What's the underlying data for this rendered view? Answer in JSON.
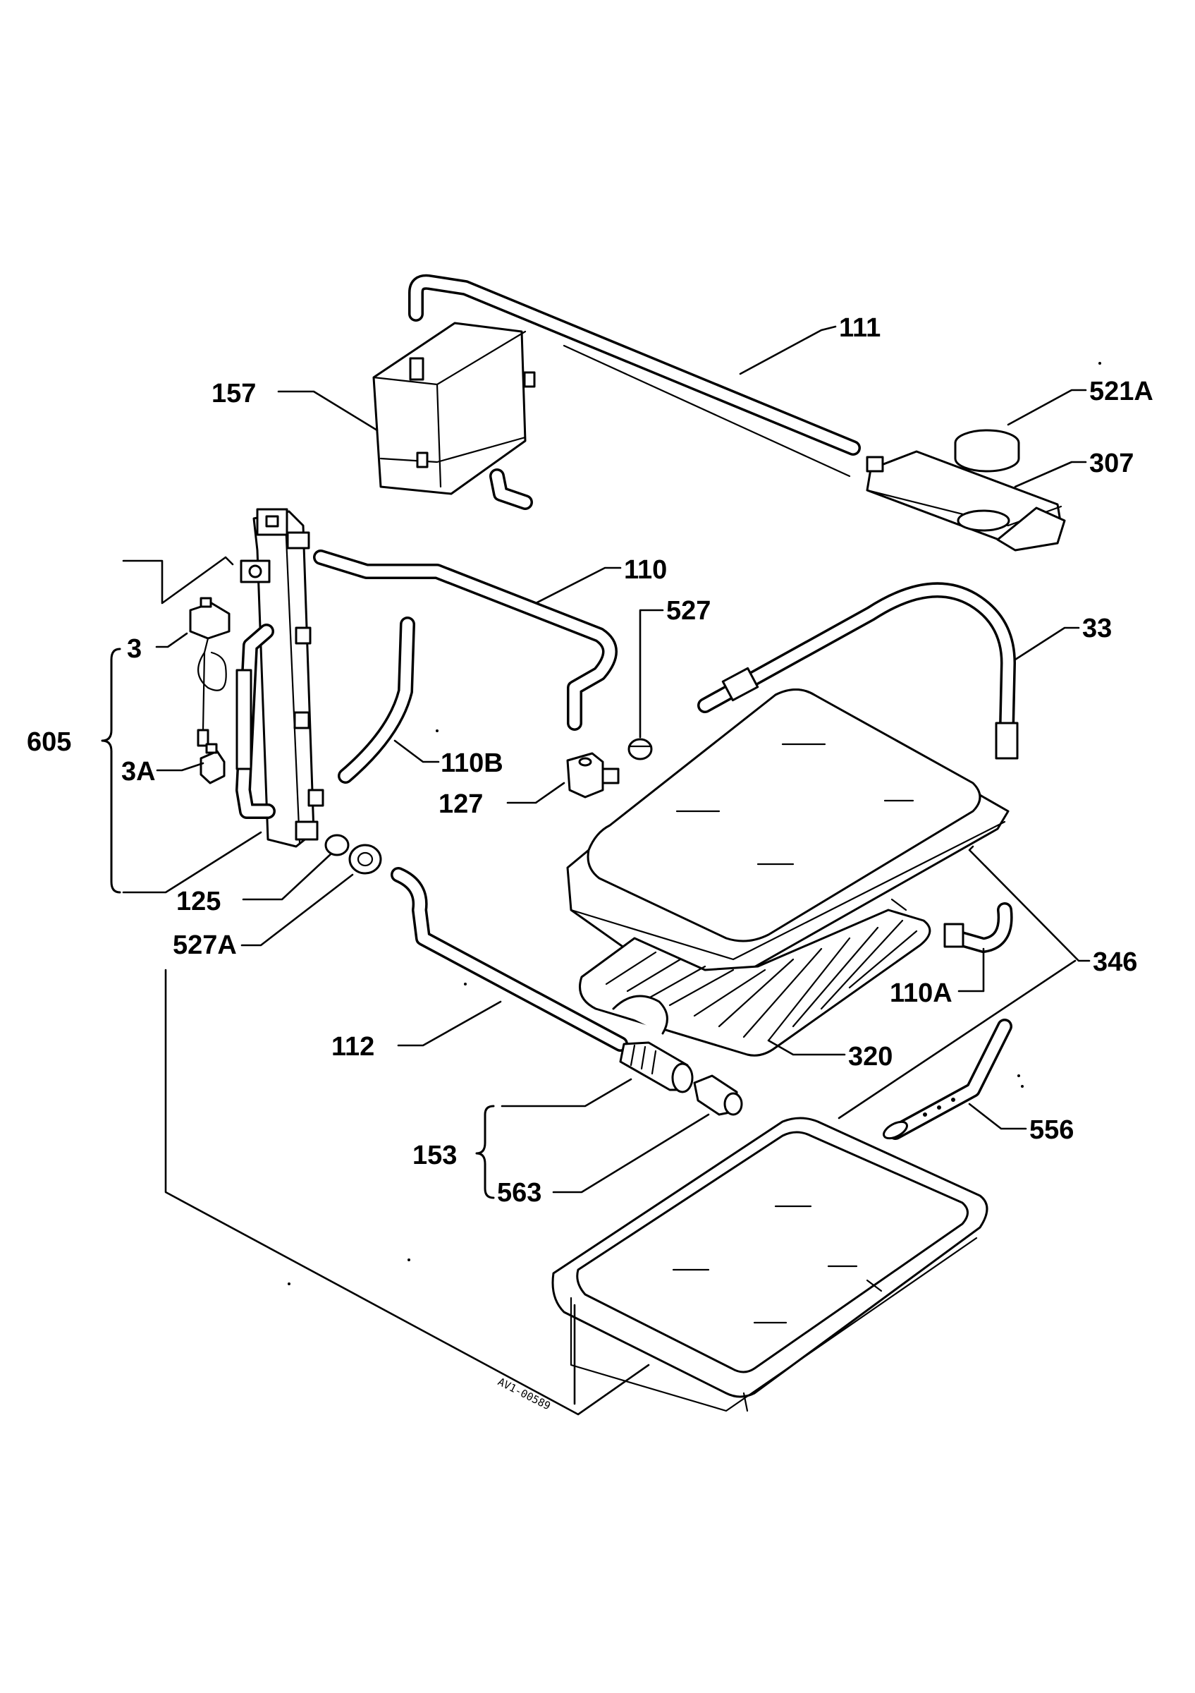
{
  "labels": {
    "l111": "111",
    "l157": "157",
    "l521a": "521A",
    "l307": "307",
    "l110": "110",
    "l527": "527",
    "l3": "3",
    "l33": "33",
    "l605": "605",
    "l110b": "110B",
    "l3a": "3A",
    "l127": "127",
    "l125": "125",
    "l527a": "527A",
    "l346": "346",
    "l110a": "110A",
    "l112": "112",
    "l320": "320",
    "l556": "556",
    "l153": "153",
    "l563": "563"
  },
  "drawing_code": "AV1-00589"
}
